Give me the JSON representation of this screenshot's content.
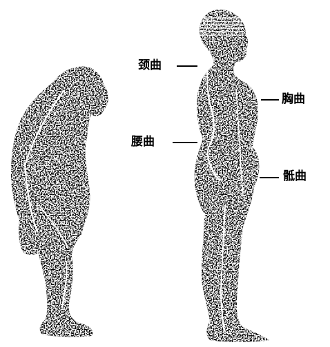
{
  "annotations": {
    "neck_curve": "颈曲",
    "chest_curve": "胸曲",
    "waist_curve": "腰曲",
    "sacral_curve": "骶曲"
  },
  "colors": {
    "ink": "#000000",
    "paper": "#ffffff"
  }
}
